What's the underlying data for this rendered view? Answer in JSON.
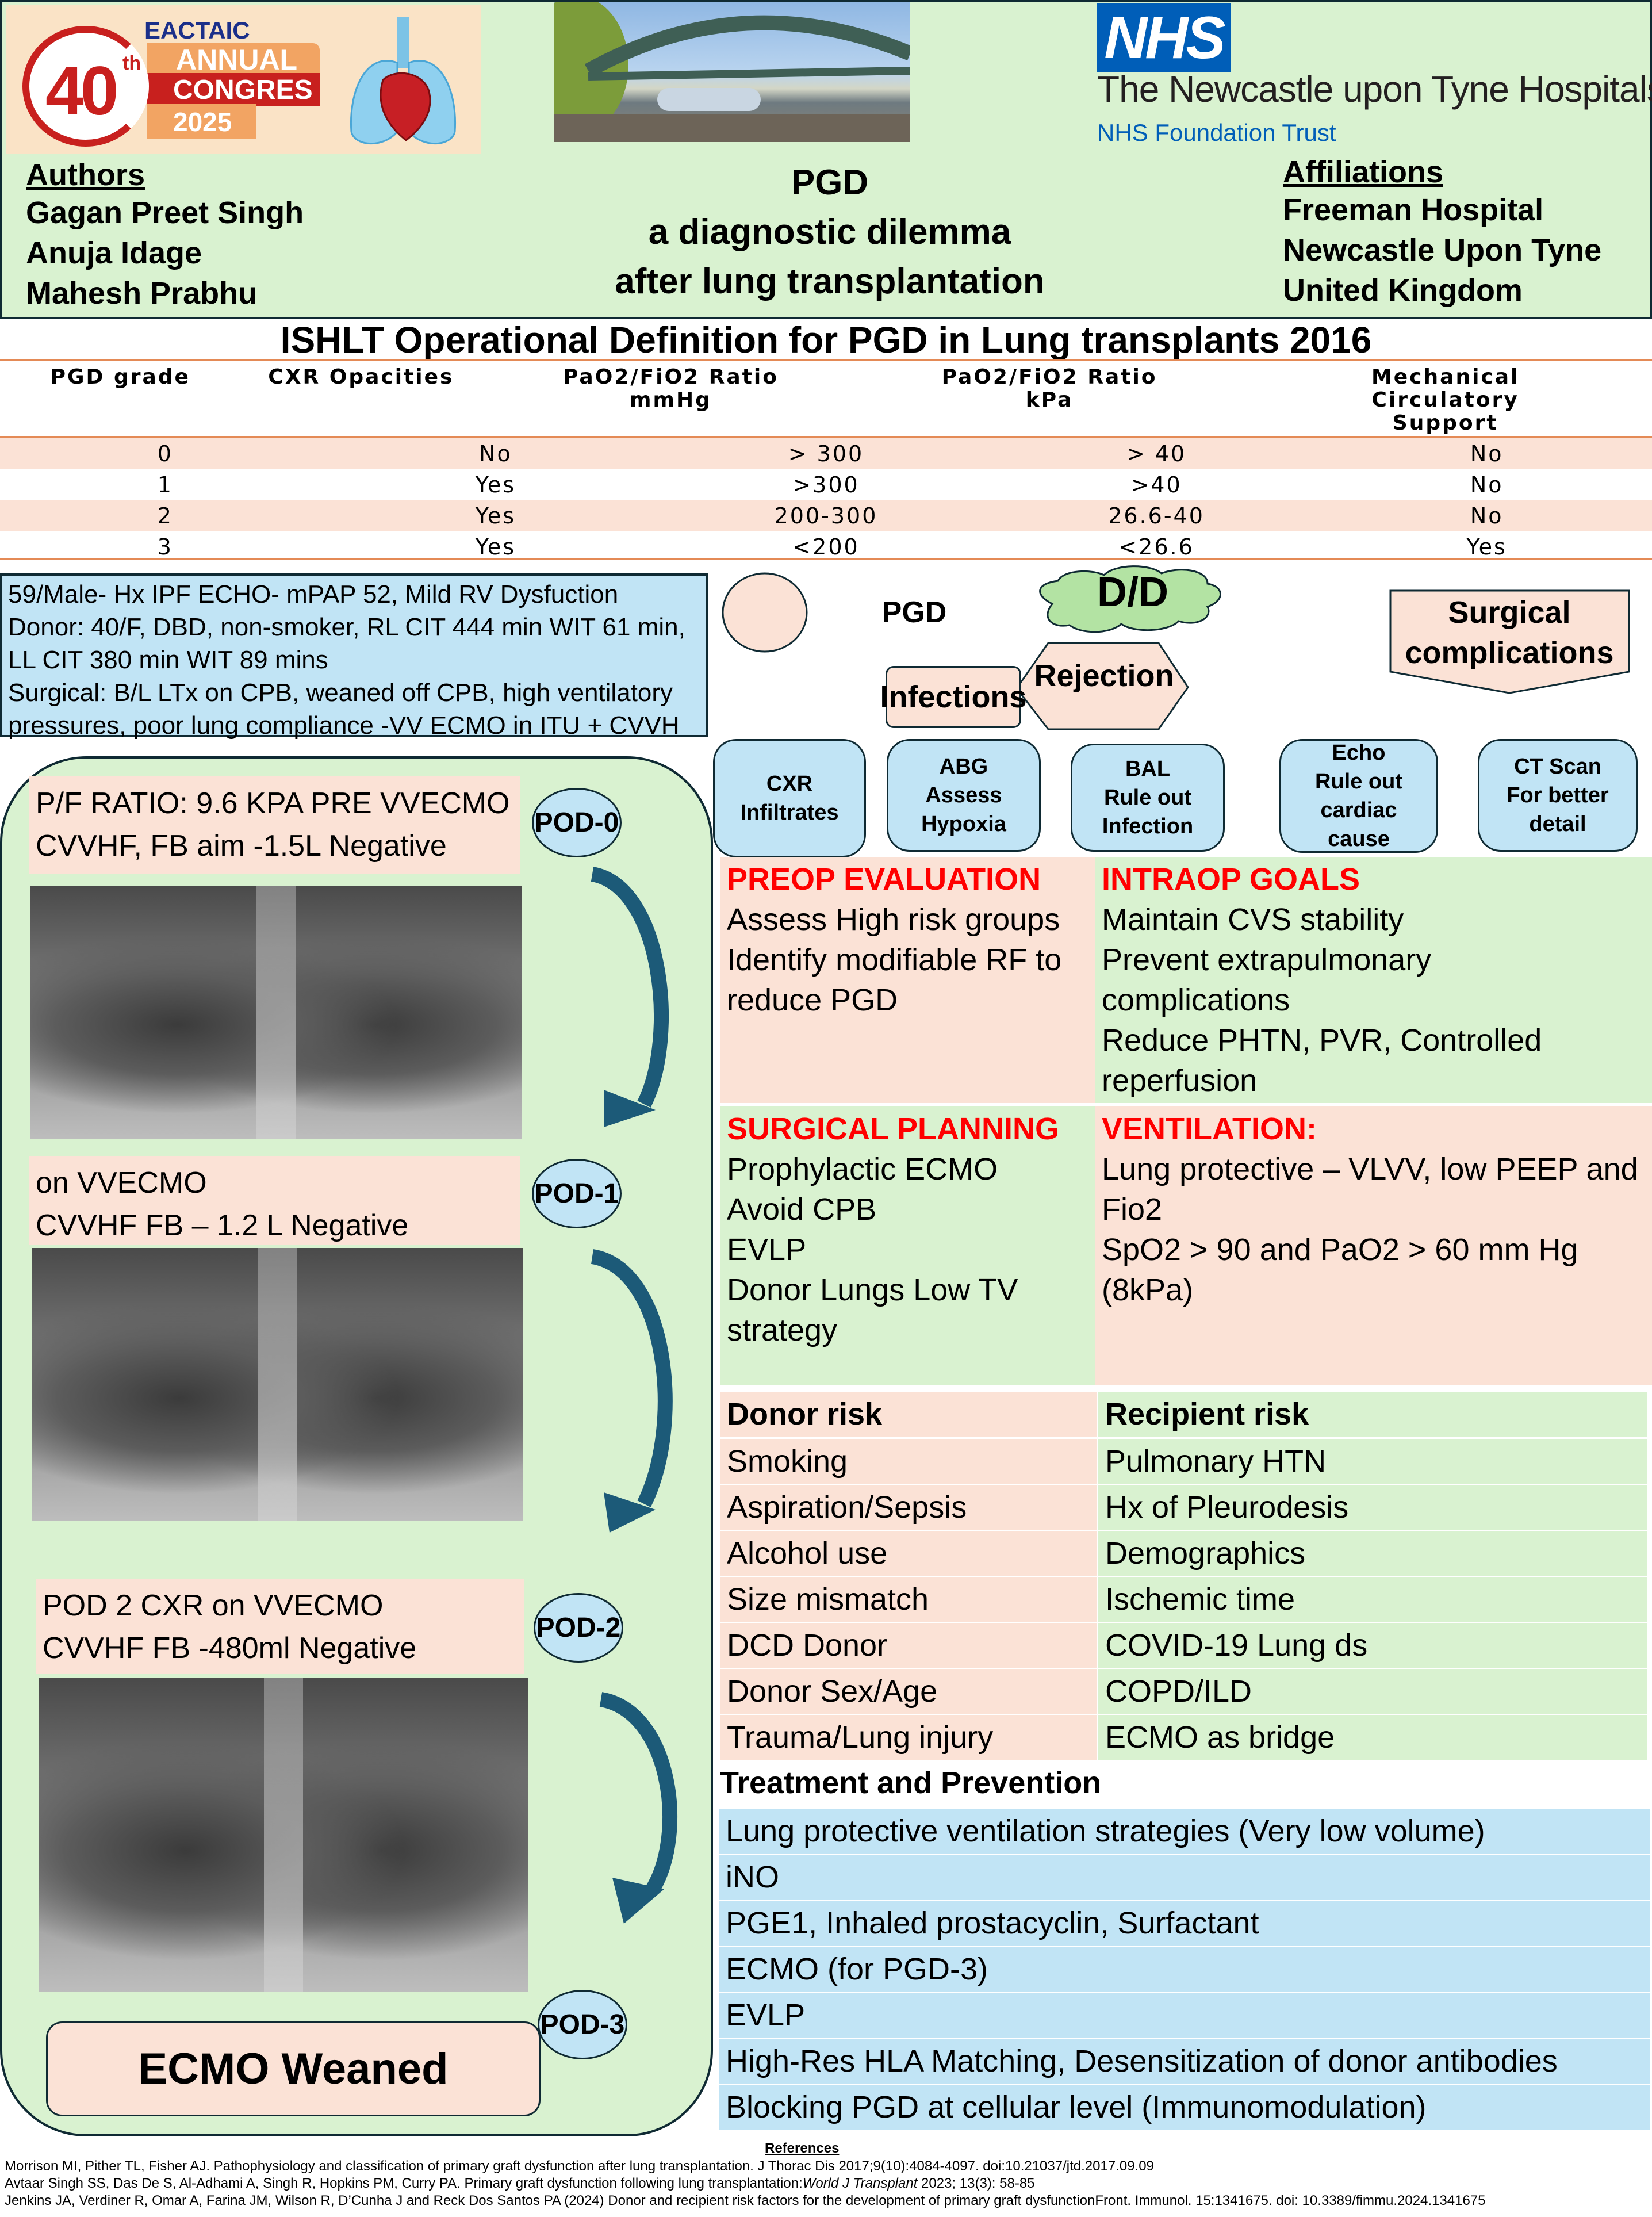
{
  "header": {
    "congress_logo": {
      "org": "EACTAIC",
      "ordinal": "40",
      "ordinal_suffix": "th",
      "line1": "ANNUAL",
      "line2": "CONGRES",
      "year": "2025"
    },
    "nhs_logo": {
      "badge": "NHS",
      "trust_name": "The Newcastle upon Tyne Hospitals",
      "foundation": "NHS Foundation Trust"
    },
    "authors_heading": "Authors",
    "authors": [
      "Gagan Preet Singh",
      "Anuja Idage",
      "Mahesh Prabhu"
    ],
    "title_lines": [
      "PGD",
      "a diagnostic dilemma",
      "after lung transplantation"
    ],
    "affiliations_heading": "Affiliations",
    "affiliations": [
      "Freeman Hospital",
      "Newcastle Upon Tyne",
      "United Kingdom"
    ]
  },
  "ishlt": {
    "title": "ISHLT Operational Definition for PGD  in Lung transplants 2016",
    "columns": [
      "PGD grade",
      "CXR Opacities",
      "PaO2/FiO2 Ratio mmHg",
      "PaO2/FiO2 Ratio kPa",
      "Mechanical Circulatory Support"
    ],
    "rows": [
      [
        "0",
        "No",
        "> 300",
        "> 40",
        "No"
      ],
      [
        "1",
        "Yes",
        ">300",
        ">40",
        "No"
      ],
      [
        "2",
        "Yes",
        "200-300",
        "26.6-40",
        "No"
      ],
      [
        "3",
        "Yes",
        "<200",
        "<26.6",
        "Yes"
      ]
    ]
  },
  "case": {
    "lines": [
      "59/Male- Hx IPF  ECHO- mPAP 52, Mild RV Dysfuction",
      "Donor: 40/F, DBD, non-smoker, RL CIT 444 min WIT 61 min,",
      "LL CIT 380 min WIT 89 mins",
      "Surgical: B/L LTx on CPB, weaned off CPB, high ventilatory",
      "pressures, poor lung compliance -VV ECMO in ITU + CVVH"
    ]
  },
  "differential": {
    "center": "D/D",
    "pgd": "PGD",
    "infections": "Infections",
    "rejection": "Rejection",
    "surgical": [
      "Surgical",
      "complications"
    ],
    "tests": [
      {
        "lines": [
          "CXR",
          "Infiltrates"
        ]
      },
      {
        "lines": [
          "ABG",
          "Assess",
          "Hypoxia"
        ]
      },
      {
        "lines": [
          "BAL",
          "Rule out",
          "Infection"
        ]
      },
      {
        "lines": [
          "Echo",
          "Rule out",
          "cardiac",
          "cause"
        ]
      },
      {
        "lines": [
          "CT  Scan",
          "For better",
          "detail"
        ]
      }
    ]
  },
  "timeline": {
    "steps": [
      {
        "pod": "POD-0",
        "note": [
          "P/F RATIO: 9.6 KPA PRE VVECMO",
          "CVVHF, FB aim -1.5L Negative"
        ]
      },
      {
        "pod": "POD-1",
        "note": [
          "on VVECMO",
          "CVVHF FB – 1.2 L Negative"
        ]
      },
      {
        "pod": "POD-2",
        "note": [
          "POD 2 CXR on VVECMO",
          "CVVHF FB -480ml Negative"
        ]
      },
      {
        "pod": "POD-3",
        "note": []
      }
    ],
    "outcome": "ECMO Weaned",
    "arrow_color": "#1c5a78"
  },
  "management": {
    "preop": {
      "heading": "PREOP EVALUATION",
      "items": [
        "Assess High risk groups",
        "Identify modifiable RF to",
        "reduce PGD"
      ]
    },
    "intraop": {
      "heading": "INTRAOP GOALS",
      "items": [
        "Maintain CVS stability",
        "Prevent extrapulmonary",
        "complications",
        "Reduce PHTN, PVR, Controlled",
        "reperfusion"
      ]
    },
    "surgical": {
      "heading": "SURGICAL PLANNING",
      "items": [
        "Prophylactic ECMO",
        "Avoid CPB",
        "EVLP",
        "Donor Lungs Low TV",
        "strategy"
      ]
    },
    "ventilation": {
      "heading": "VENTILATION:",
      "items": [
        "Lung protective – VLVV, low PEEP and",
        "Fio2",
        "SpO2 > 90 and PaO2 > 60 mm Hg",
        "(8kPa)"
      ]
    }
  },
  "risk": {
    "donor_heading": "Donor risk",
    "recipient_heading": "Recipient risk",
    "donor": [
      "Smoking",
      "Aspiration/Sepsis",
      "Alcohol use",
      "Size mismatch",
      "DCD Donor",
      "Donor Sex/Age",
      "Trauma/Lung injury"
    ],
    "recipient": [
      "Pulmonary HTN",
      "Hx of Pleurodesis",
      "Demographics",
      "Ischemic time",
      "COVID-19 Lung ds",
      "COPD/ILD",
      "ECMO as bridge"
    ]
  },
  "treatment": {
    "heading": "Treatment and Prevention",
    "items": [
      "Lung protective ventilation strategies (Very low volume)",
      "iNO",
      "PGE1, Inhaled prostacyclin, Surfactant",
      "ECMO (for PGD-3)",
      "EVLP",
      "High-Res HLA Matching, Desensitization of donor antibodies",
      "Blocking PGD at cellular level (Immunomodulation)"
    ]
  },
  "references": {
    "heading": "References",
    "items": [
      {
        "text": "Morrison MI, Pither TL, Fisher AJ. Pathophysiology and classification of primary graft dysfunction after lung transplantation. J Thorac Dis 2017;9(10):4084-4097. doi:10.21037/jtd.2017.09.09"
      },
      {
        "text": "Avtaar Singh SS, Das De S, Al-Adhami A, Singh R, Hopkins PM, Curry PA. Primary graft dysfunction following lung transplantation:",
        "italic": "World J Transplant",
        "tail": " 2023; 13(3): 58-85"
      },
      {
        "text": "Jenkins JA, Verdiner R, Omar A, Farina JM, Wilson R, D’Cunha J and Reck Dos Santos PA (2024) Donor and recipient risk factors for the development of primary graft dysfunctionFront. Immunol. 15:1341675. doi: 10.3389/fimmu.2024.1341675"
      }
    ]
  },
  "colors": {
    "peach": "#fbe2d6",
    "green": "#d9f2d0",
    "blue": "#c1e4f5",
    "red_heading": "#ff0000",
    "nhs_blue": "#005eb8",
    "table_rule": "#e48a56"
  }
}
